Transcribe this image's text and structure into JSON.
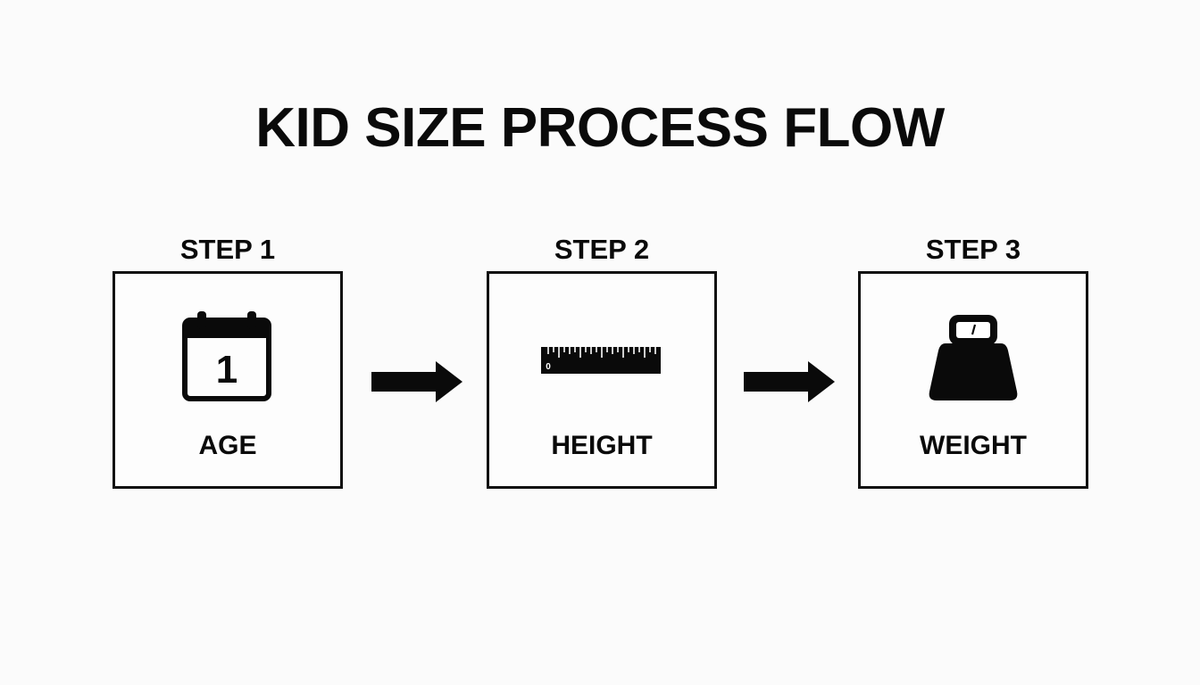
{
  "title": "KID SIZE PROCESS FLOW",
  "steps": [
    {
      "step_label": "STEP 1",
      "name": "AGE",
      "icon": "calendar-icon",
      "icon_text": "1"
    },
    {
      "step_label": "STEP 2",
      "name": "HEIGHT",
      "icon": "ruler-icon",
      "icon_text": "0"
    },
    {
      "step_label": "STEP 3",
      "name": "WEIGHT",
      "icon": "weight-icon"
    }
  ],
  "connectors": [
    "arrow-right-icon",
    "arrow-right-icon"
  ],
  "colors": {
    "ink": "#0a0a0a",
    "background": "#fbfbfb"
  }
}
